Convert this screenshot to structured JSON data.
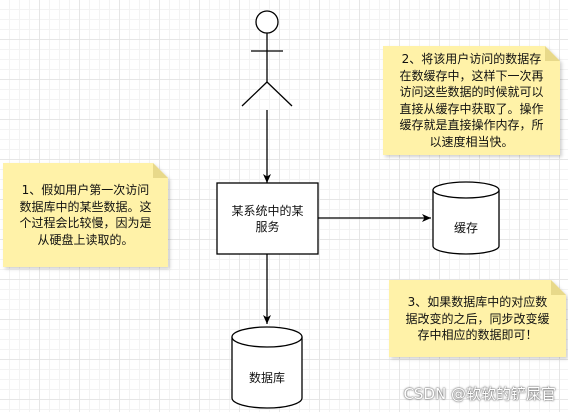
{
  "diagram": {
    "service_box": {
      "label_line1": "某系统中的某",
      "label_line2": "服务"
    },
    "cache": {
      "label": "缓存"
    },
    "database": {
      "label": "数据库"
    },
    "notes": {
      "note1": {
        "line1": "1、假如用户第一次访问",
        "line2": "数据库中的某些数据。这",
        "line3": "个过程会比较慢，因为是",
        "line4": "从硬盘上读取的。"
      },
      "note2": {
        "line1": "2、将该用户访问的数据存",
        "line2": "在数缓存中，这样下一次再",
        "line3": "访问这些数据的时候就可以",
        "line4": "直接从缓存中获取了。操作",
        "line5": "缓存就是直接操作内存，所",
        "line6": "以速度相当快。"
      },
      "note3": {
        "line1": "3、如果数据库中的对应数",
        "line2": "据改变的之后，同步改变缓",
        "line3": "存中相应的数据即可！"
      }
    },
    "colors": {
      "note_fill": "#fff2a8",
      "line": "#000000"
    }
  },
  "watermark": {
    "text": "CSDN @软软的铲屎官"
  }
}
